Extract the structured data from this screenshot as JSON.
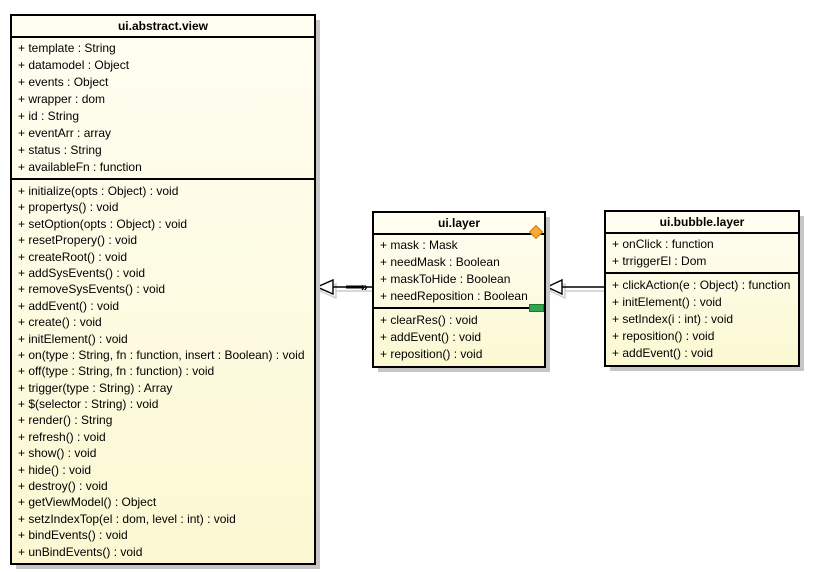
{
  "colors": {
    "background": "#ffffff",
    "box_fill_top": "#fffef2",
    "box_fill_bottom": "#fbf8d2",
    "box_border": "#000000",
    "box_shadow": "#c6c6c6",
    "line": "#000000",
    "line_shadow": "#cccccc",
    "diamond_fill": "#f9a83a",
    "diamond_border": "#c8820a",
    "green_marker_fill": "#2fa64c",
    "green_marker_border": "#1c7a33"
  },
  "classes": [
    {
      "name": "ui.abstract.view",
      "attributes": [
        "+ template : String",
        "+ datamodel : Object",
        "+ events : Object",
        "+ wrapper : dom",
        "+ id : String",
        "+ eventArr : array",
        "+ status : String",
        "+ availableFn : function"
      ],
      "methods": [
        "+ initialize(opts : Object) : void",
        "+ propertys() : void",
        "+ setOption(opts : Object) : void",
        "+ resetPropery() : void",
        "+ createRoot() : void",
        "+ addSysEvents() : void",
        "+ removeSysEvents() : void",
        "+ addEvent() : void",
        "+ create() : void",
        "+ initElement() : void",
        "+ on(type : String, fn : function, insert : Boolean) : void",
        "+ off(type : String, fn : function) : void",
        "+ trigger(type : String) : Array",
        "+ $(selector : String) : void",
        "+ render() : String",
        "+ refresh() : void",
        "+ show() : void",
        "+ hide() : void",
        "+ destroy() : void",
        "+ getViewModel() : Object",
        "+ setzIndexTop(el : dom, level : int) : void",
        "+ bindEvents() : void",
        "+ unBindEvents() : void"
      ]
    },
    {
      "name": "ui.layer",
      "attributes": [
        "+ mask : Mask",
        "+ needMask : Boolean",
        "+ maskToHide : Boolean",
        "+ needReposition : Boolean"
      ],
      "methods": [
        "+ clearRes() : void",
        "+ addEvent() : void",
        "+ reposition() : void"
      ]
    },
    {
      "name": "ui.bubble.layer",
      "attributes": [
        "+ onClick : function",
        "+ trriggerEl : Dom"
      ],
      "methods": [
        "+ clickAction(e : Object) : function",
        "+ initElement() : void",
        "+ setIndex(i : int) : void",
        "+ reposition() : void",
        "+ addEvent() : void"
      ]
    }
  ],
  "relations": [
    {
      "type": "generalization",
      "from": "ui.layer",
      "to": "ui.abstract.view",
      "decoration": "»"
    },
    {
      "type": "generalization",
      "from": "ui.bubble.layer",
      "to": "ui.layer",
      "decoration": ""
    }
  ]
}
